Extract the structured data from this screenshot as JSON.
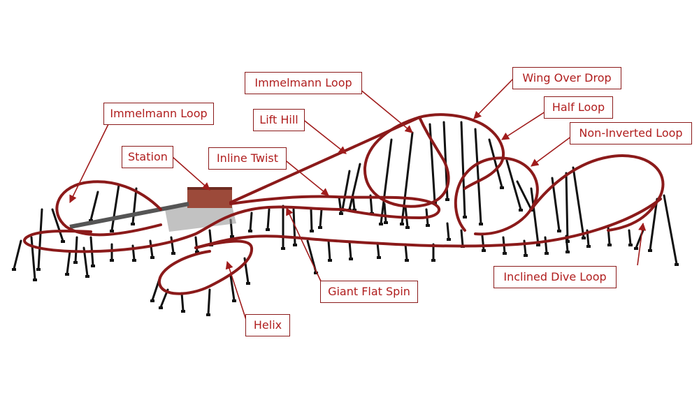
{
  "labels": {
    "immelmann_loop_left": "Immelmann Loop",
    "station": "Station",
    "inline_twist": "Inline Twist",
    "lift_hill": "Lift Hill",
    "immelmann_loop_top": "Immelmann Loop",
    "wing_over_drop": "Wing Over Drop",
    "half_loop": "Half Loop",
    "non_inverted_loop": "Non-Inverted Loop",
    "inclined_dive_loop": "Inclined Dive Loop",
    "giant_flat_spin": "Giant Flat Spin",
    "helix": "Helix"
  },
  "colors": {
    "track": "#8b1a1a",
    "supports": "#111111",
    "label_text": "#b01e1e",
    "label_border": "#8b1a1a",
    "station_roof": "#9c4a3a"
  }
}
